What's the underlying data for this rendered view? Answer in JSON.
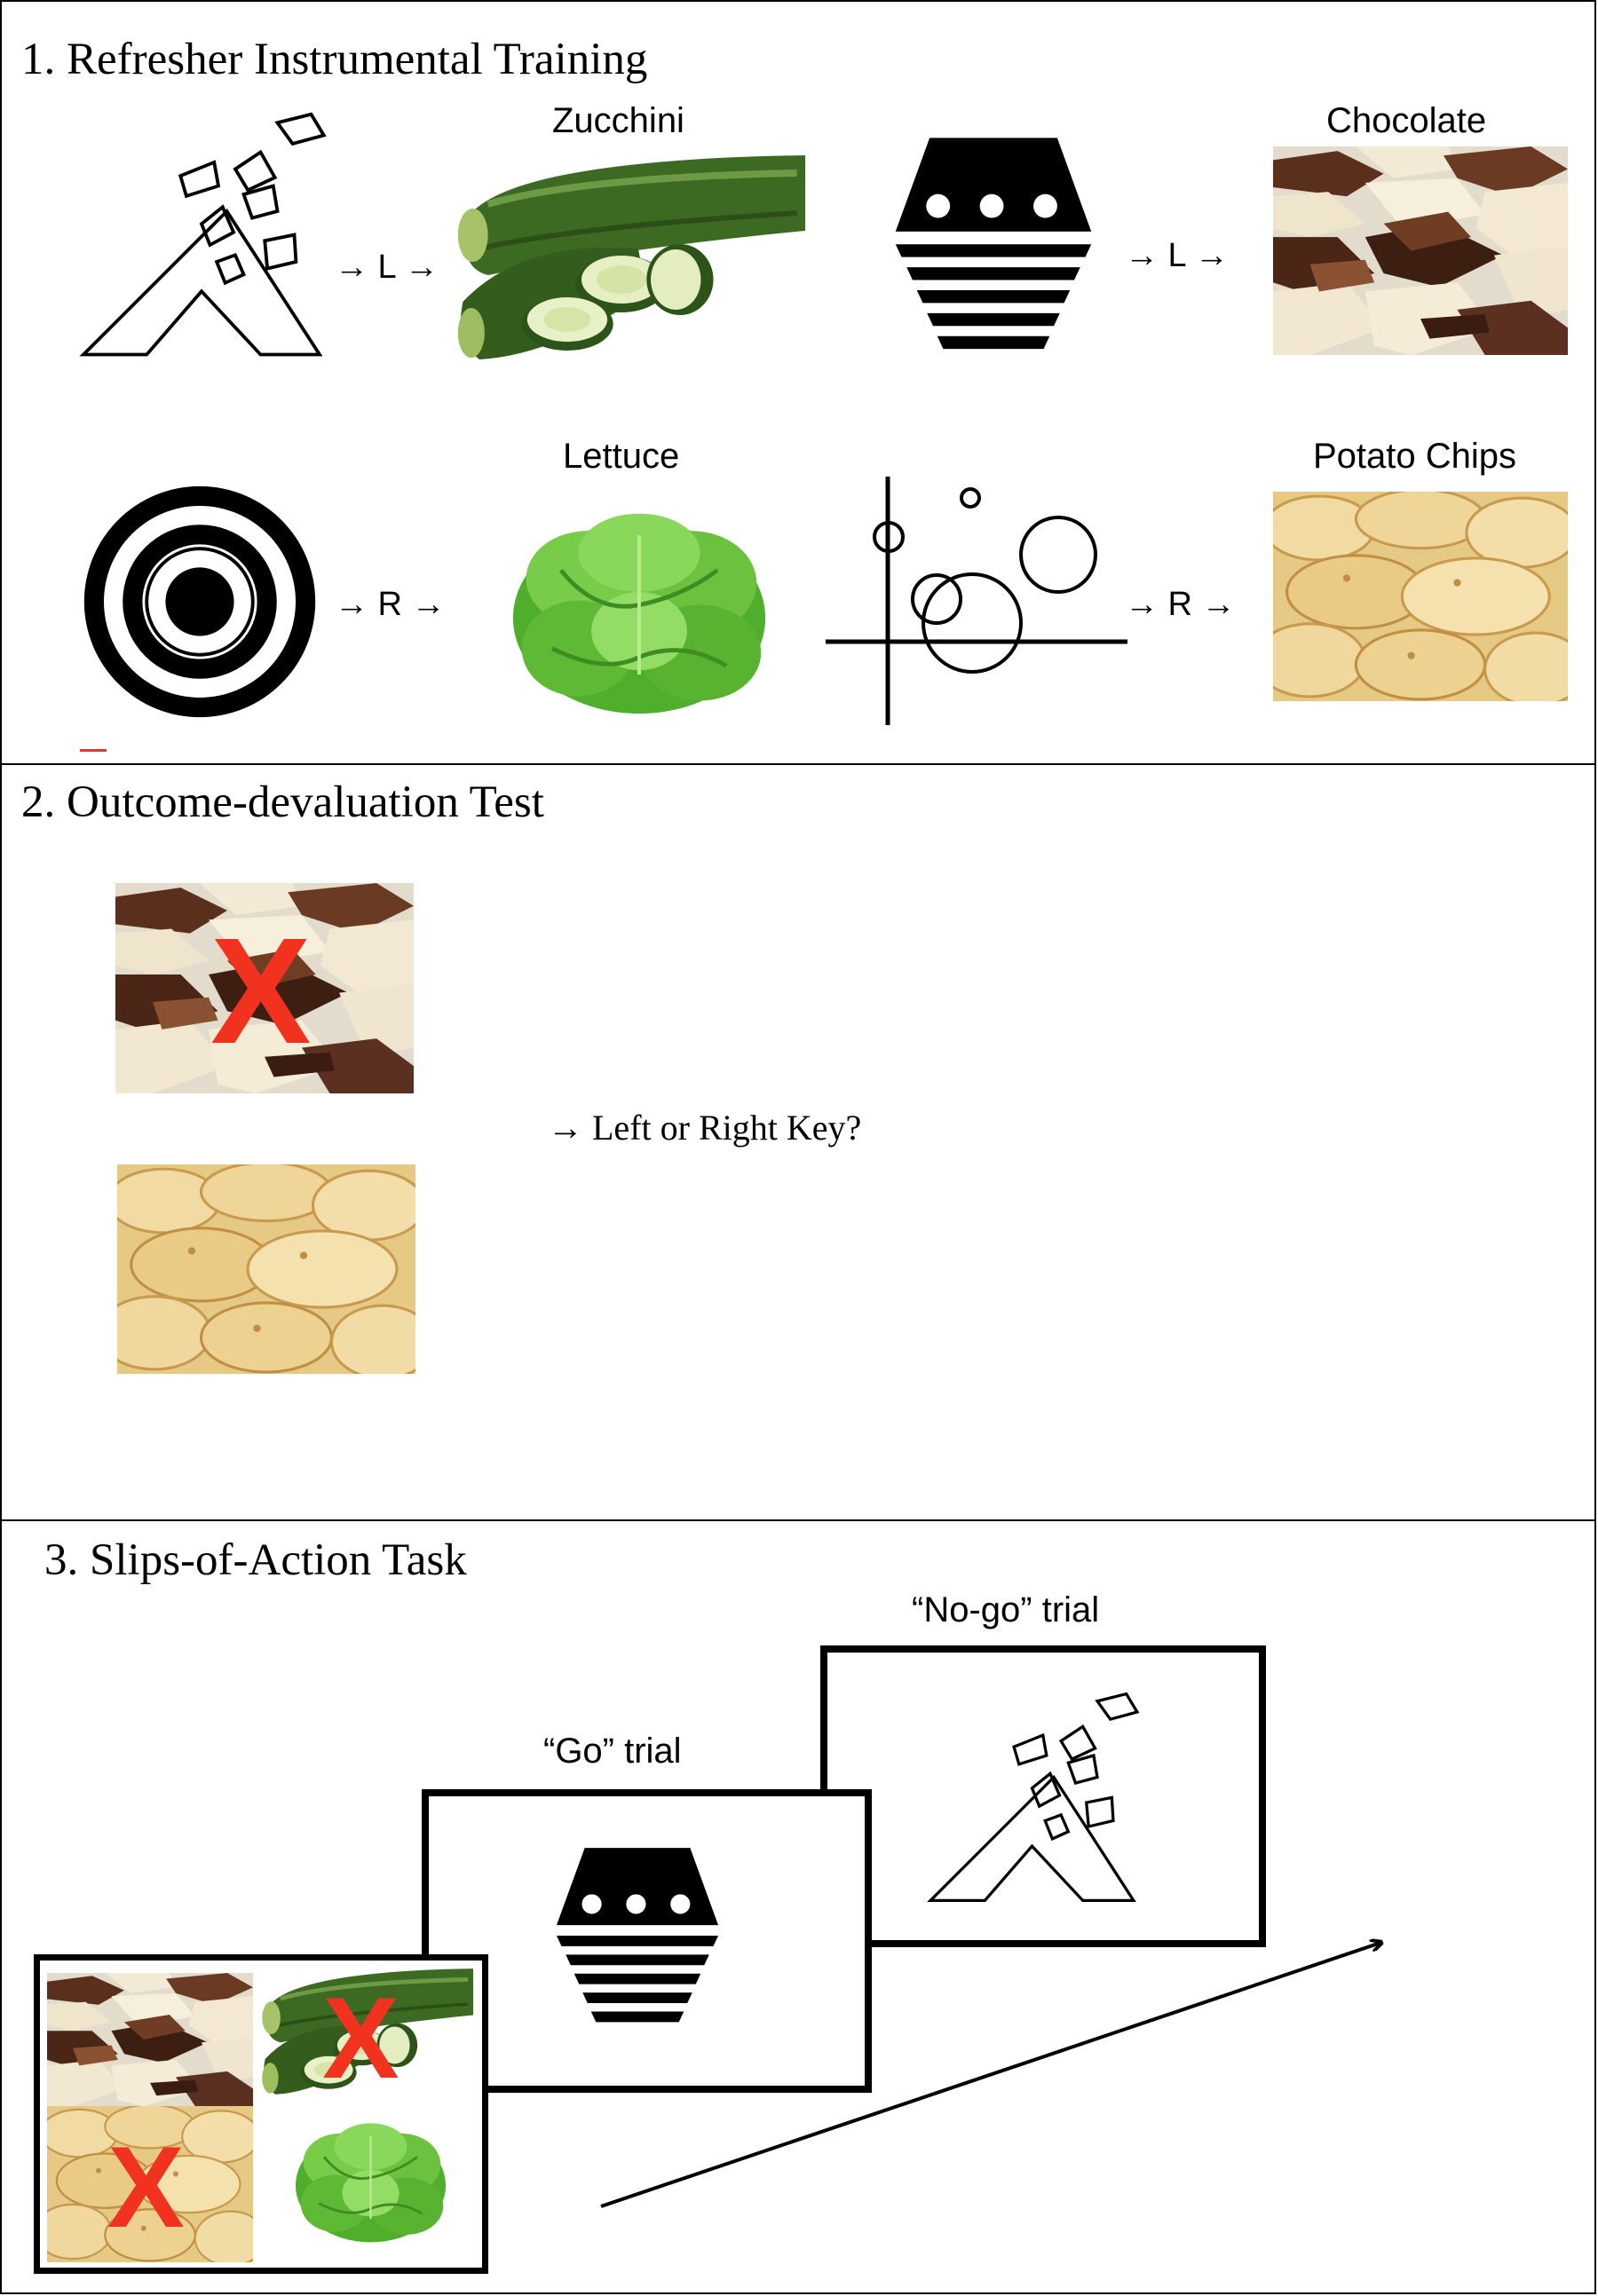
{
  "panels": [
    {
      "title": "1. Refresher Instrumental Training"
    },
    {
      "title": "2. Outcome-devaluation Test"
    },
    {
      "title": "3. Slips-of-Action Task"
    }
  ],
  "training": {
    "foods": {
      "zucchini": "Zucchini",
      "chocolate": "Chocolate",
      "lettuce": "Lettuce",
      "chips": "Potato Chips"
    },
    "arrows": {
      "left_1": "→ L →",
      "left_2": "→ L →",
      "right_1": "→ R →",
      "right_2": "→ R →"
    }
  },
  "devaluation": {
    "prompt": "→ Left or Right Key?",
    "devalued_mark": "X"
  },
  "slips": {
    "go_label": "“Go” trial",
    "nogo_label": "“No-go” trial",
    "devalued_mark": "X"
  },
  "colors": {
    "devalued_x": "#f0321f",
    "zucchini": "#3f6a22",
    "lettuce": "#5fbf3a",
    "chocolate_dark": "#4a2a1a",
    "chocolate_white": "#f1e8d2",
    "chips": "#e9cf8c"
  },
  "icons": [
    "mountain-flakes-icon",
    "striped-trapezoid-icon",
    "concentric-target-icon",
    "axes-circles-icon"
  ]
}
